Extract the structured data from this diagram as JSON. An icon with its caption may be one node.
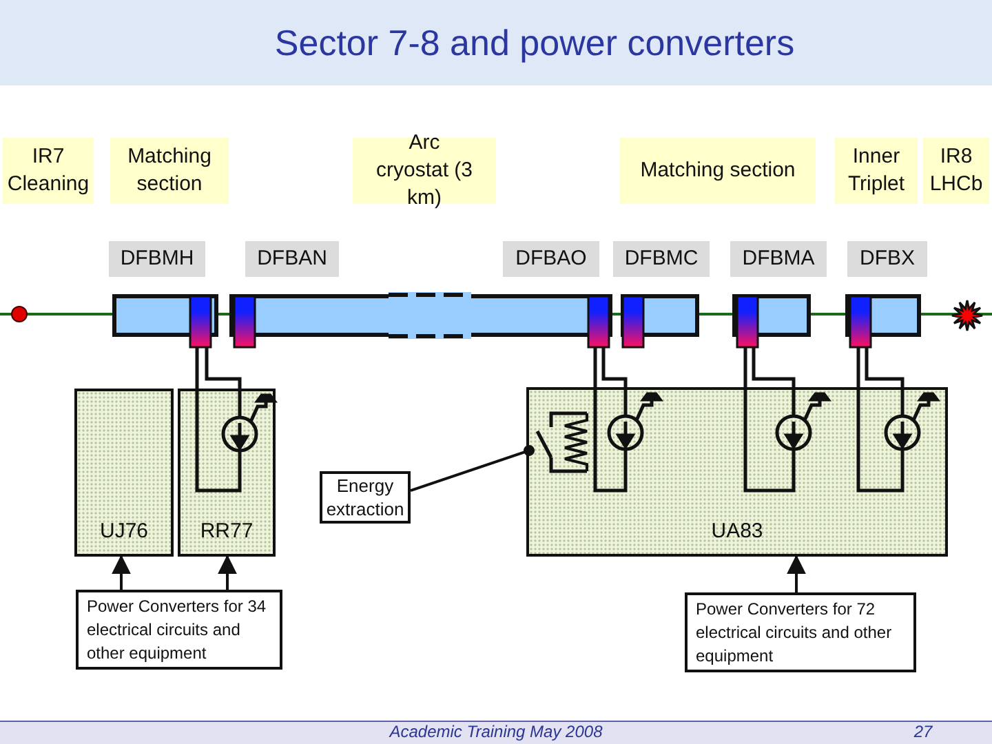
{
  "diagram": {
    "title": "Sector 7-8 and power converters",
    "nodes": [
      {
        "text": [
          "IR7 Cleaning"
        ]
      },
      {
        "text": [
          "Matching section"
        ]
      },
      {
        "text": [
          "Arc cryostat (3 km)"
        ]
      },
      {
        "text": [
          "Matching section"
        ]
      },
      {
        "text": [
          "Inner Triplet"
        ]
      },
      {
        "text": [
          "IR8 LHCb"
        ]
      },
      {
        "text": [
          "DFBMH"
        ]
      },
      {
        "text": [
          "DFBAN"
        ]
      },
      {
        "text": [
          "DFBAO"
        ]
      },
      {
        "text": [
          "DFBMC"
        ]
      },
      {
        "text": [
          "DFBMA"
        ]
      },
      {
        "text": [
          "DFBX"
        ]
      },
      {
        "text": [
          "UJ76"
        ]
      },
      {
        "text": [
          "RR77"
        ]
      },
      {
        "text": [
          "UA83"
        ]
      },
      {
        "text": [
          "Energy extraction"
        ]
      },
      {
        "text": [
          "Power Converters for 34 electrical circuits and other equipment"
        ]
      },
      {
        "text": [
          "Power Converters for 72 electrical circuits and other equipment"
        ]
      }
    ],
    "edges": [
      {
        "from": 16,
        "to": 12,
        "arrow": "to"
      },
      {
        "from": 16,
        "to": 13,
        "arrow": "to"
      },
      {
        "from": 17,
        "to": 14,
        "arrow": "to"
      },
      {
        "from": 15,
        "to": 14,
        "arrow": "other"
      }
    ],
    "labels": [
      "Academic Training May 2008",
      "27"
    ]
  }
}
